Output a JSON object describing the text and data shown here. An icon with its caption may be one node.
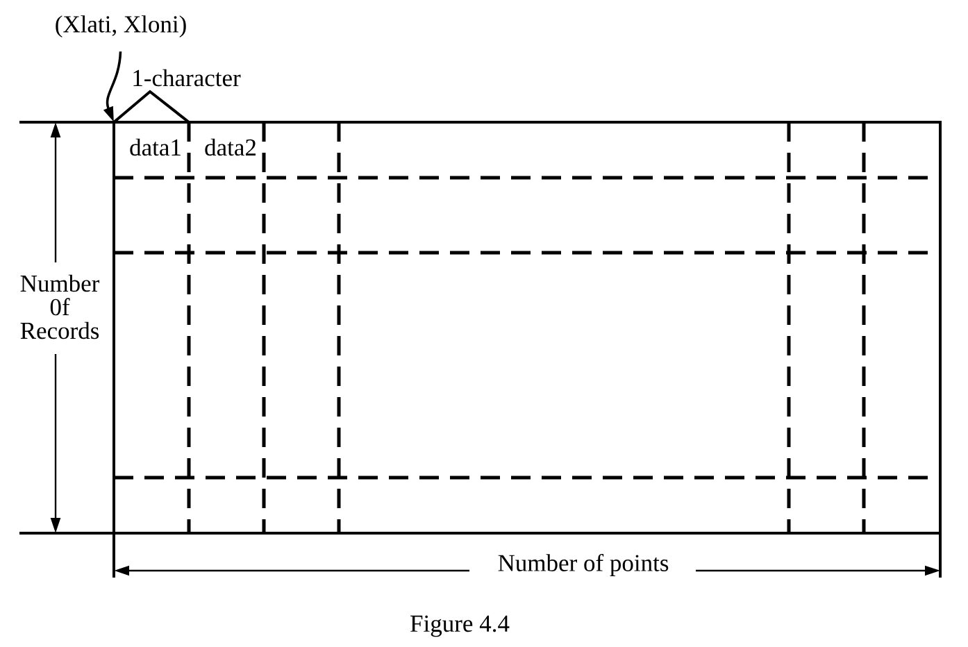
{
  "diagram": {
    "caption": "Figure 4.4",
    "nodes": [
      {
        "text": [
          "(Xlati, Xloni)"
        ]
      },
      {
        "text": [
          "data1",
          "data2"
        ]
      }
    ],
    "edges": [
      {
        "from": 0,
        "to": 1,
        "arrow": "to"
      }
    ],
    "labels": [
      "1-character",
      "Number 0f Records",
      "Number of points"
    ]
  }
}
